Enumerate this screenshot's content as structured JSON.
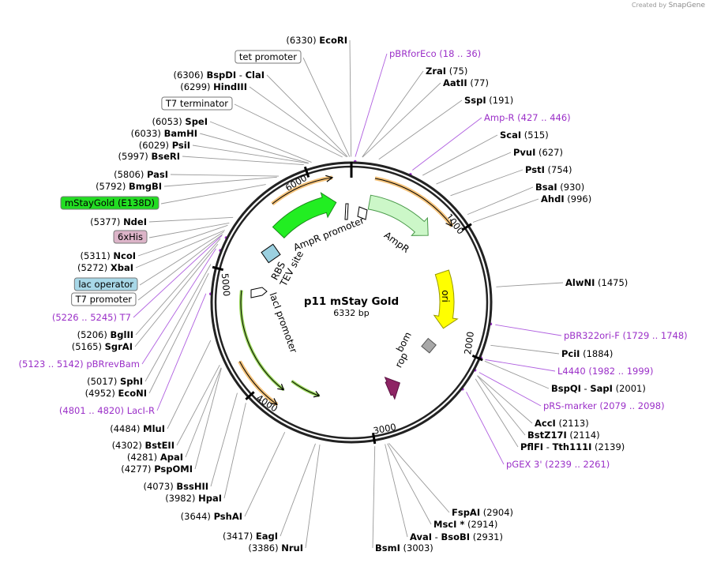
{
  "credit": {
    "prefix": "Created by",
    "brand": "SnapGene"
  },
  "plasmid": {
    "name": "p11 mStay Gold",
    "length_text": "6332 bp",
    "length": 6332
  },
  "ticks": [
    "1000",
    "2000",
    "3000",
    "4000",
    "5000",
    "6000"
  ],
  "features": {
    "AmpR": {
      "label": "AmpR",
      "color": "#ccf7c8"
    },
    "ori": {
      "label": "ori",
      "color": "#ffff00"
    },
    "bom": {
      "label": "bom",
      "color": "#a8a8a8"
    },
    "rop": {
      "label": "rop",
      "color": "#8e2464"
    },
    "lacI_promoter": {
      "label": "lacI promoter"
    },
    "AmpR_promoter": {
      "label": "AmpR promoter"
    },
    "RBS": {
      "label": "RBS"
    },
    "TEV_site": {
      "label": "TEV site"
    },
    "mStayGold": {
      "color": "#22ee22"
    }
  },
  "labels": [
    {
      "pos": "(6330)",
      "name": "EcoRI"
    },
    {
      "box": "tet promoter"
    },
    {
      "pos": "(6306)",
      "name": "BspDI",
      "sep": "-",
      "name2": "ClaI"
    },
    {
      "pos": "(6299)",
      "name": "HindIII"
    },
    {
      "box": "T7 terminator"
    },
    {
      "pos": "(6053)",
      "name": "SpeI"
    },
    {
      "pos": "(6033)",
      "name": "BamHI"
    },
    {
      "pos": "(6029)",
      "name": "PsiI"
    },
    {
      "pos": "(5997)",
      "name": "BseRI"
    },
    {
      "pos": "(5806)",
      "name": "PasI"
    },
    {
      "pos": "(5792)",
      "name": "BmgBI"
    },
    {
      "box": "mStayGold (E138D)",
      "color": "#22dd22"
    },
    {
      "pos": "(5377)",
      "name": "NdeI"
    },
    {
      "box": "6xHis",
      "color": "#dcb4c8"
    },
    {
      "pos": "(5311)",
      "name": "NcoI"
    },
    {
      "pos": "(5272)",
      "name": "XbaI"
    },
    {
      "box": "lac operator",
      "color": "#a8d8e8"
    },
    {
      "box": "T7 promoter"
    },
    {
      "range": "(5226 .. 5245)",
      "primer": "T7"
    },
    {
      "pos": "(5206)",
      "name": "BglII"
    },
    {
      "pos": "(5165)",
      "name": "SgrAI"
    },
    {
      "range": "(5123 .. 5142)",
      "primer": "pBRrevBam"
    },
    {
      "pos": "(5017)",
      "name": "SphI"
    },
    {
      "pos": "(4952)",
      "name": "EcoNI"
    },
    {
      "range": "(4801 .. 4820)",
      "primer": "LacI-R"
    },
    {
      "pos": "(4484)",
      "name": "MluI"
    },
    {
      "pos": "(4302)",
      "name": "BstEII"
    },
    {
      "pos": "(4281)",
      "name": "ApaI"
    },
    {
      "pos": "(4277)",
      "name": "PspOMI"
    },
    {
      "pos": "(4073)",
      "name": "BssHII"
    },
    {
      "pos": "(3982)",
      "name": "HpaI"
    },
    {
      "pos": "(3644)",
      "name": "PshAI"
    },
    {
      "pos": "(3417)",
      "name": "EagI"
    },
    {
      "pos": "(3386)",
      "name": "NruI"
    },
    {
      "name": "BsmI",
      "pos": "(3003)"
    },
    {
      "name": "FspAI",
      "pos": "(2904)"
    },
    {
      "name": "MscI *",
      "pos": "(2914)"
    },
    {
      "name": "AvaI",
      "sep": "-",
      "name2": "BsoBI",
      "pos": "(2931)"
    },
    {
      "primer": "pBRforEco",
      "range": "(18 .. 36)"
    },
    {
      "name": "ZraI",
      "pos": "(75)"
    },
    {
      "name": "AatII",
      "pos": "(77)"
    },
    {
      "name": "SspI",
      "pos": "(191)"
    },
    {
      "primer": "Amp-R",
      "range": "(427 .. 446)"
    },
    {
      "name": "ScaI",
      "pos": "(515)"
    },
    {
      "name": "PvuI",
      "pos": "(627)"
    },
    {
      "name": "PstI",
      "pos": "(754)"
    },
    {
      "name": "BsaI",
      "pos": "(930)"
    },
    {
      "name": "AhdI",
      "pos": "(996)"
    },
    {
      "name": "AlwNI",
      "pos": "(1475)"
    },
    {
      "primer": "pBR322ori-F",
      "range": "(1729 .. 1748)"
    },
    {
      "name": "PciI",
      "pos": "(1884)"
    },
    {
      "primer": "L4440",
      "range": "(1982 .. 1999)"
    },
    {
      "name": "BspQI",
      "sep": "-",
      "name2": "SapI",
      "pos": "(2001)"
    },
    {
      "primer": "pRS-marker",
      "range": "(2079 .. 2098)"
    },
    {
      "name": "AccI",
      "pos": "(2113)"
    },
    {
      "name": "BstZ17I",
      "pos": "(2114)"
    },
    {
      "name": "PflFI",
      "sep": "-",
      "name2": "Tth111I",
      "pos": "(2139)"
    },
    {
      "primer": "pGEX 3'",
      "range": "(2239 .. 2261)"
    }
  ]
}
